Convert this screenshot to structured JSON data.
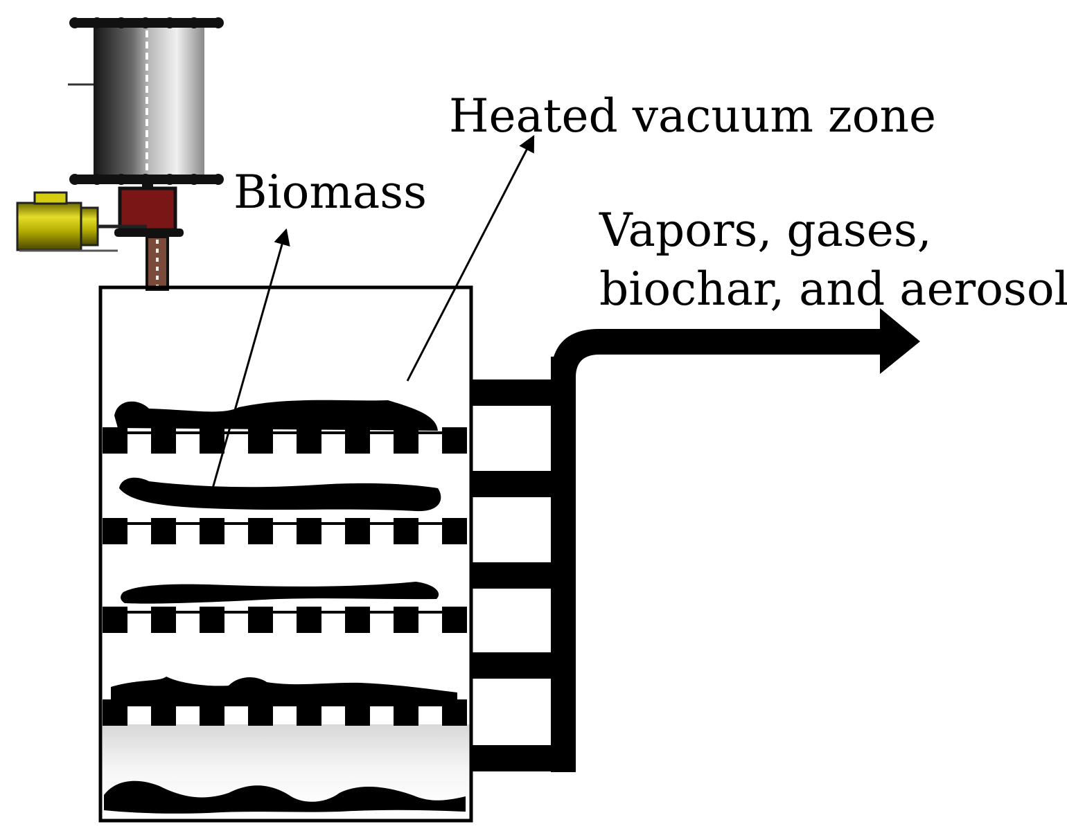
{
  "labels": {
    "heated_zone": "Heated vacuum zone",
    "biomass": "Biomass",
    "output_line1": "Vapors, gases,",
    "output_line2": "biochar, and aerosols"
  },
  "colors": {
    "ink": "#000000",
    "motor": "#c9c200",
    "valve": "#7a1616",
    "hopper_dark": "#1e1e1e",
    "hopper_light": "#e6e6e6",
    "bottom_fill": "#e9e9e9"
  },
  "structure": {
    "trays": 4,
    "holes_per_tray": 8,
    "side_outlets": 5
  }
}
